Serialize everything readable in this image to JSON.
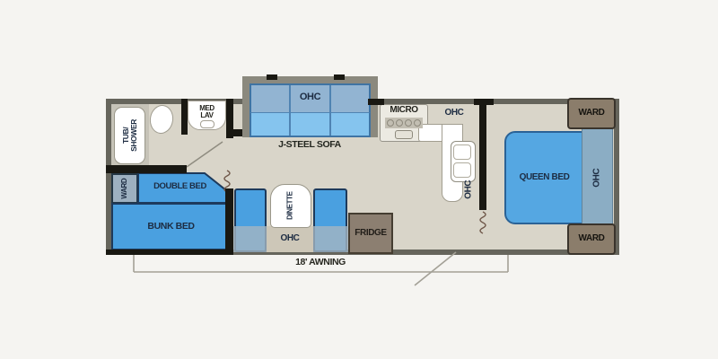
{
  "palette": {
    "floor": "#d9d5c9",
    "outer_wall": "#66655c",
    "inner_wall": "#191812",
    "slide_wall": "#8b897e",
    "furniture_blue": "#4aa0e0",
    "ohc_muted_blue": "#92b4d2",
    "sofa_seat_blue": "#85c4ee",
    "queen_ohc_blue": "#8badc4",
    "ward_brown": "#8b7d6b",
    "fridge_brown": "#8c7f71",
    "bunk_ward_gray_blue": "#9db0c0",
    "label_navy": "#1d2c42"
  },
  "floorplan": {
    "labels": {
      "tub_shower": "TUB/\nSHOWER",
      "med_lav": "MED\nLAV",
      "ohc_sofa": "OHC",
      "sofa": "J-STEEL SOFA",
      "micro": "MICRO",
      "ohc_kitchen_top": "OHC",
      "ohc_kitchen_side": "OHC",
      "queen_bed": "QUEEN BED",
      "ohc_queen": "OHC",
      "ward_front_top": "WARD",
      "ward_front_bottom": "WARD",
      "ward_bunk": "WARD",
      "double_bed": "DOUBLE BED",
      "bunk_bed": "BUNK BED",
      "dinette": "DINETTE",
      "ohc_dinette": "OHC",
      "fridge": "FRIDGE",
      "awning": "18' AWNING"
    }
  }
}
